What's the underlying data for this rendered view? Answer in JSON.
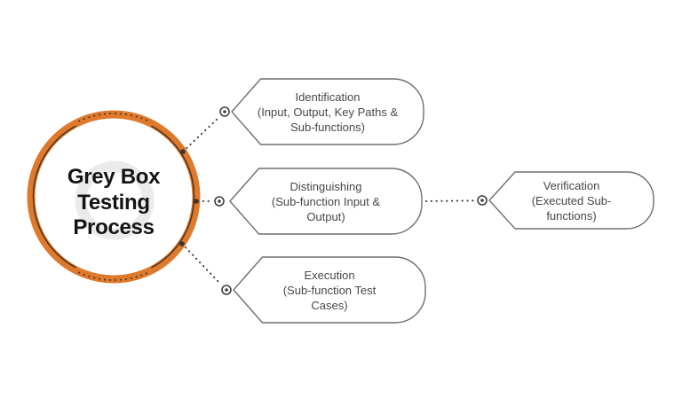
{
  "colors": {
    "bg": "#ffffff",
    "accent": "#df792b",
    "line": "#3e3228",
    "border": "#6f6f6f",
    "nodetext": "#474747",
    "title": "#141414",
    "watermark": "#ebebeb"
  },
  "center": {
    "title": "Grey Box Testing Process",
    "title_lines": [
      "Grey Box",
      "Testing",
      "Process"
    ]
  },
  "nodes": [
    {
      "id": "identification",
      "name": "Identification",
      "detail": "(Input, Output, Key Paths & Sub-functions)"
    },
    {
      "id": "distinguishing",
      "name": "Distinguishing",
      "detail": "(Sub-function Input & Output)"
    },
    {
      "id": "execution",
      "name": "Execution",
      "detail": "(Sub-function Test Cases)"
    },
    {
      "id": "verification",
      "name": "Verification",
      "detail": "(Executed Sub-functions)"
    }
  ]
}
